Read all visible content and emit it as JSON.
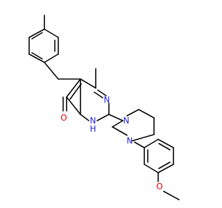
{
  "molecule": {
    "atoms": {
      "n_ring_top": {
        "label": "N",
        "color": "#1f1fd8"
      },
      "n_ring_nh": {
        "label": "N",
        "color": "#1f1fd8"
      },
      "nh_h": {
        "label": "H",
        "color": "#1f1fd8"
      },
      "n_pip_top": {
        "label": "N",
        "color": "#1f1fd8"
      },
      "n_pip_bottom": {
        "label": "N",
        "color": "#1f1fd8"
      },
      "o_carbonyl": {
        "label": "O",
        "color": "#e00000"
      },
      "o_methoxy": {
        "label": "O",
        "color": "#e00000"
      }
    }
  }
}
